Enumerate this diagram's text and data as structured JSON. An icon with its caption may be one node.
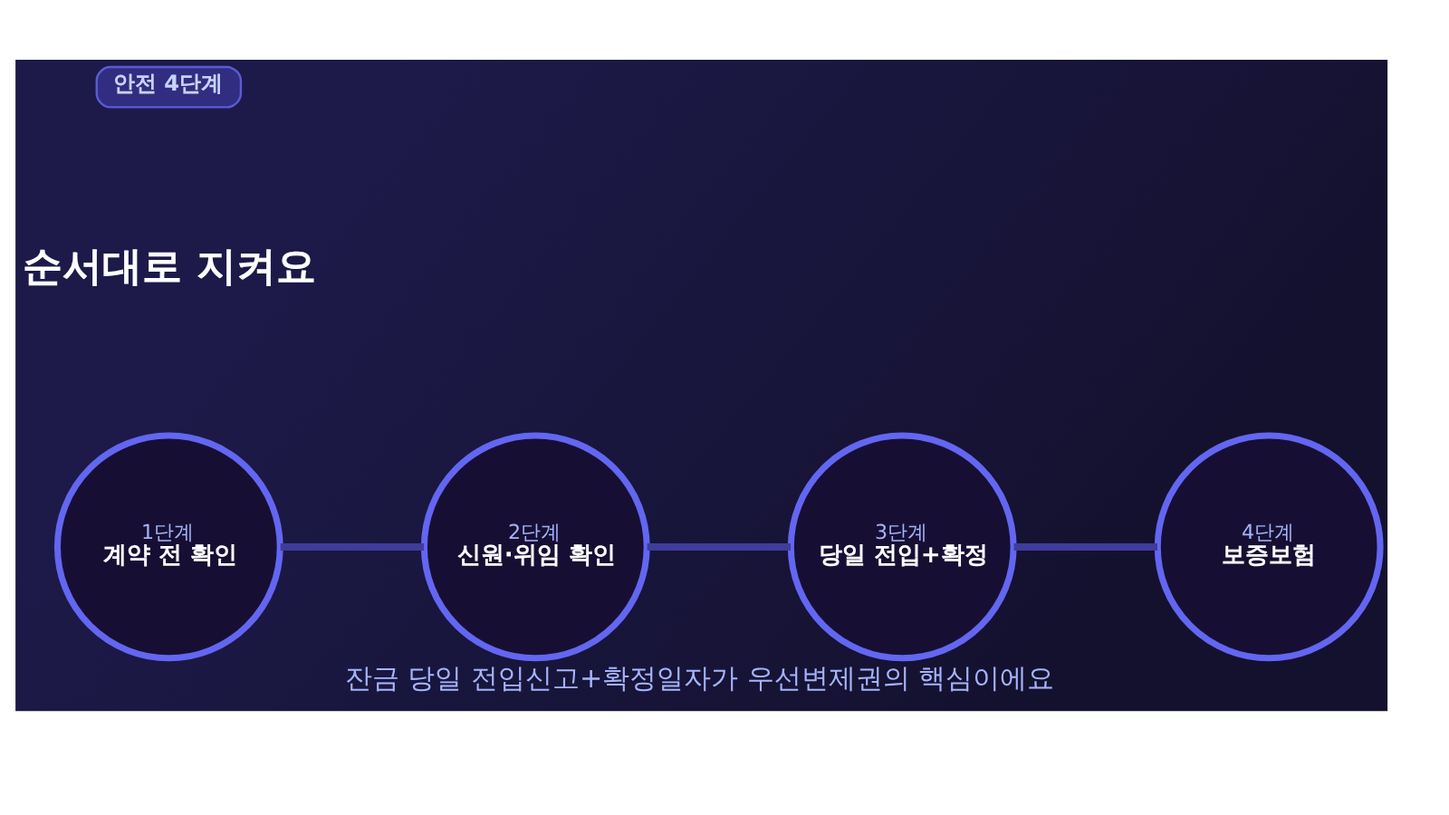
{
  "diagram": {
    "title": "순서대로 지켜요",
    "caption": "잔금 당일 전입신고+확정일자가 우선변제권의 핵심이에요",
    "nodes": [
      {
        "text": [
          "안전 4단계"
        ]
      },
      {
        "text": [
          "1단계",
          "계약 전 확인"
        ]
      },
      {
        "text": [
          "2단계",
          "신원·위임 확인"
        ]
      },
      {
        "text": [
          "3단계",
          "당일 전입+확정"
        ]
      },
      {
        "text": [
          "4단계",
          "보증보험"
        ]
      }
    ],
    "edges": [
      {
        "from": 1,
        "to": 2,
        "arrow": "none"
      },
      {
        "from": 2,
        "to": 3,
        "arrow": "none"
      },
      {
        "from": 3,
        "to": 4,
        "arrow": "none"
      }
    ]
  }
}
